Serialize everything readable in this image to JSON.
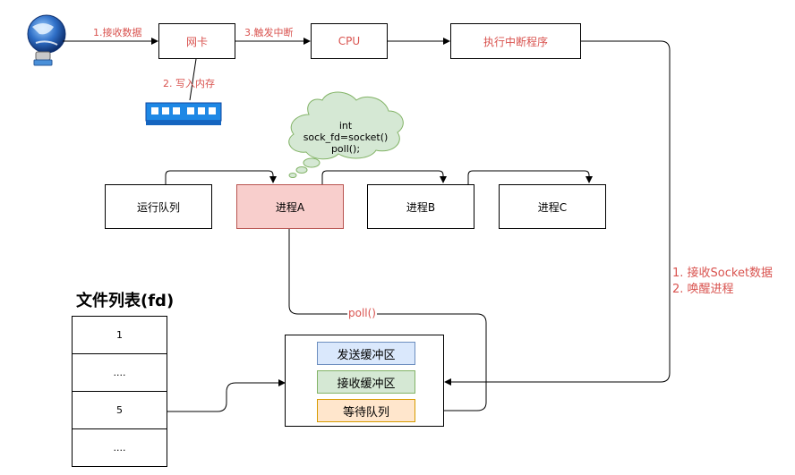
{
  "top_row": {
    "nic": "网卡",
    "cpu": "CPU",
    "interrupt_handler": "执行中断程序",
    "edge_receive": "1.接收数据",
    "edge_write_memory": "2. 写入内存",
    "edge_trigger_interrupt": "3.触发中断"
  },
  "cloud": {
    "line1": "int sock_fd=socket()",
    "line2": "poll();"
  },
  "process_row": {
    "run_queue": "运行队列",
    "process_a": "进程A",
    "process_b": "进程B",
    "process_c": "进程C"
  },
  "socket": {
    "send_buffer": "发送缓冲区",
    "recv_buffer": "接收缓冲区",
    "wait_queue": "等待队列"
  },
  "poll_label": "poll()",
  "side_note": {
    "line1": "1. 接收Socket数据",
    "line2": "2. 唤醒进程"
  },
  "fd_table": {
    "title": "文件列表(fd)",
    "rows": [
      "1",
      "....",
      "5",
      "...."
    ]
  },
  "colors": {
    "accent_red": "#d9534f",
    "process_a_fill": "#f8cecc",
    "send_fill": "#dae8fc",
    "recv_fill": "#d5e8d4",
    "wait_fill": "#ffe6cc",
    "cloud_fill": "#d5e8d4"
  },
  "icons": [
    "globe-network-icon",
    "memory-module-icon"
  ]
}
